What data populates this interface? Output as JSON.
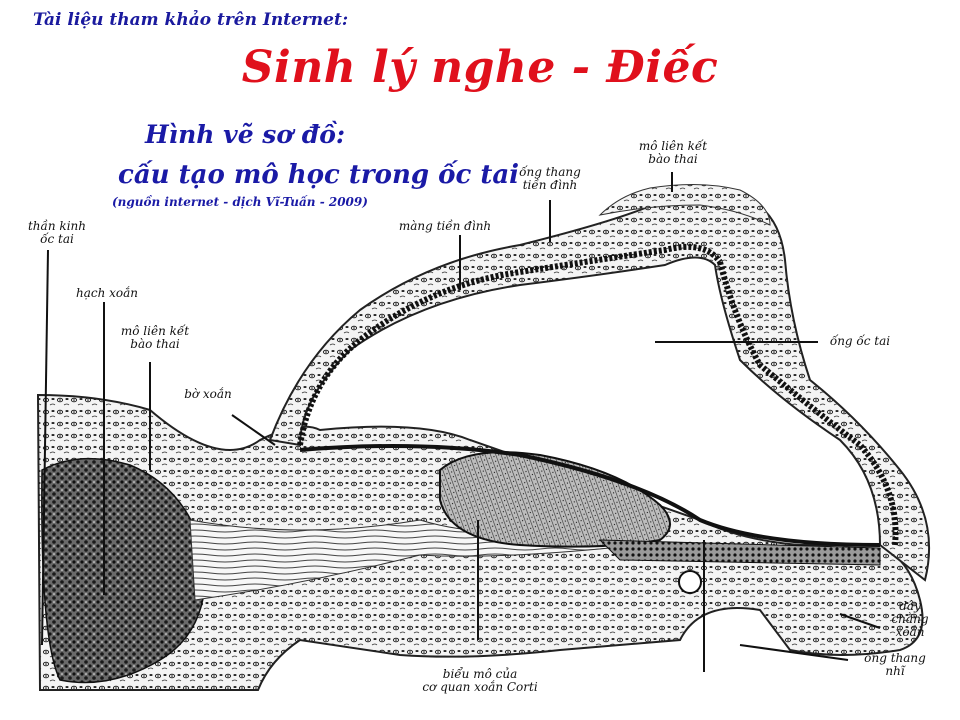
{
  "header": {
    "note": "Tài liệu tham khảo trên Internet:",
    "title": "Sinh lý nghe - Điếc"
  },
  "figure": {
    "heading_line1": "Hình vẽ sơ đồ:",
    "heading_line2": "cấu tạo mô học trong ốc tai",
    "source": "(nguồn internet - dịch Vĩ-Tuấn - 2009)"
  },
  "labels": {
    "than_kinh_1": "thần kinh",
    "than_kinh_2": "ốc tai",
    "hach_xoan": "hạch xoắn",
    "mo_lien_ket_left_1": "mô liên kết",
    "mo_lien_ket_left_2": "bào thai",
    "bo_xoan": "bờ xoắn",
    "mang_tien_dinh": "màng tiền đình",
    "ong_thang_tien_dinh_1": "ống thang",
    "ong_thang_tien_dinh_2": "tiền đình",
    "mo_lien_ket_top_1": "mô liên kết",
    "mo_lien_ket_top_2": "bào thai",
    "ong_oc_tai": "ống ốc tai",
    "day_chang_1": "dây",
    "day_chang_2": "chằng",
    "day_chang_3": "xoắn",
    "ong_thang_nhi_1": "ống thang",
    "ong_thang_nhi_2": "nhĩ",
    "bieu_mo_1": "biểu mô của",
    "bieu_mo_2": "cơ quan xoắn Corti"
  },
  "colors": {
    "title": "#e0101c",
    "heading": "#1a1aa6",
    "ink": "#111111"
  }
}
